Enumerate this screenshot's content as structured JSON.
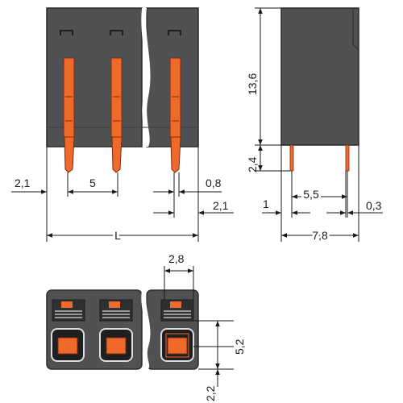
{
  "colors": {
    "housing": "#4f5153",
    "housing_edge": "#2a2b2c",
    "pin": "#ef6a2a",
    "pin_edge": "#7a2e0c",
    "dim_line": "#1a1a1a",
    "background": "#ffffff"
  },
  "front_view": {
    "dim_edge_offset": "2,1",
    "dim_pitch": "5",
    "dim_pin_width": "0,8",
    "dim_edge_offset_right": "2,1",
    "dim_total_length": "L"
  },
  "side_view": {
    "dim_body_height": "13,6",
    "dim_pin_length": "2,4",
    "dim_pin_spacing": "5,5",
    "dim_left_offset": "1",
    "dim_pin_thickness": "0,3",
    "dim_total_width": "7,8"
  },
  "bottom_view": {
    "dim_pitch": "2,8",
    "dim_height": "5,2",
    "dim_offset": "2,2"
  }
}
